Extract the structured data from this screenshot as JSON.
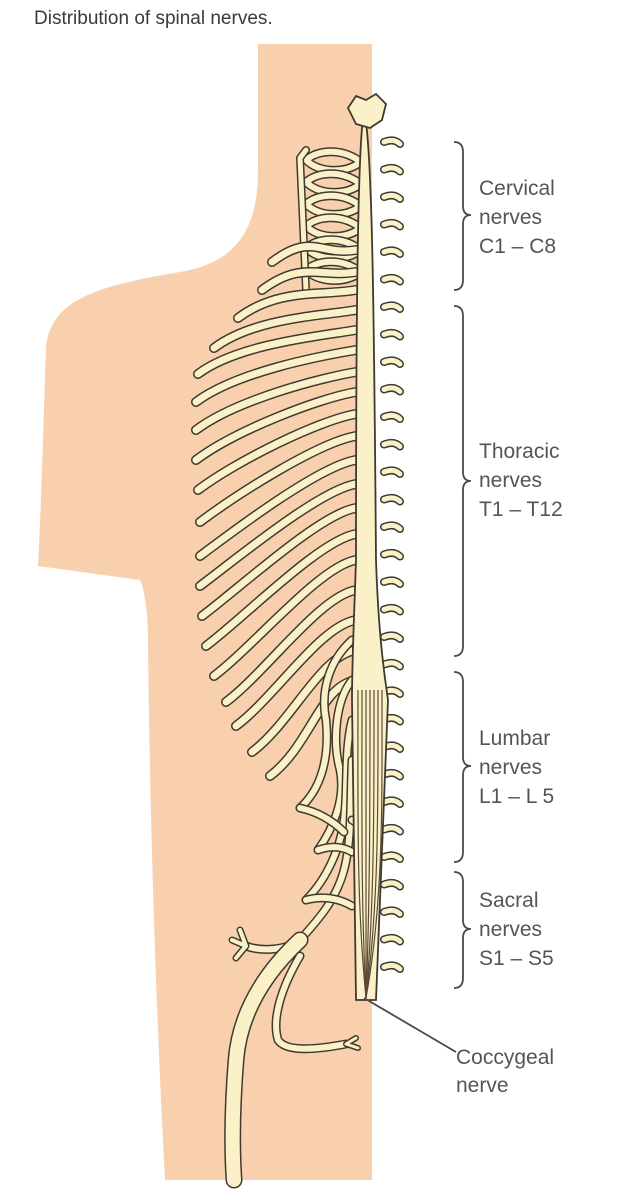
{
  "caption": "Distribution of spinal nerves.",
  "colors": {
    "skin": "#f9d0ae",
    "nerve_fill": "#fbf1c8",
    "outline": "#3f3a30",
    "bracket": "#4a4a4a",
    "label": "#555555"
  },
  "groups": [
    {
      "name": "Cervical",
      "word": "nerves",
      "range": "C1 – C8"
    },
    {
      "name": "Thoracic",
      "word": "nerves",
      "range": "T1 – T12"
    },
    {
      "name": "Lumbar",
      "word": "nerves",
      "range": "L1 – L 5"
    },
    {
      "name": "Sacral",
      "word": "nerves",
      "range": "S1 – S5"
    }
  ],
  "coccygeal": {
    "line1": "Coccygeal",
    "line2": "nerve"
  }
}
